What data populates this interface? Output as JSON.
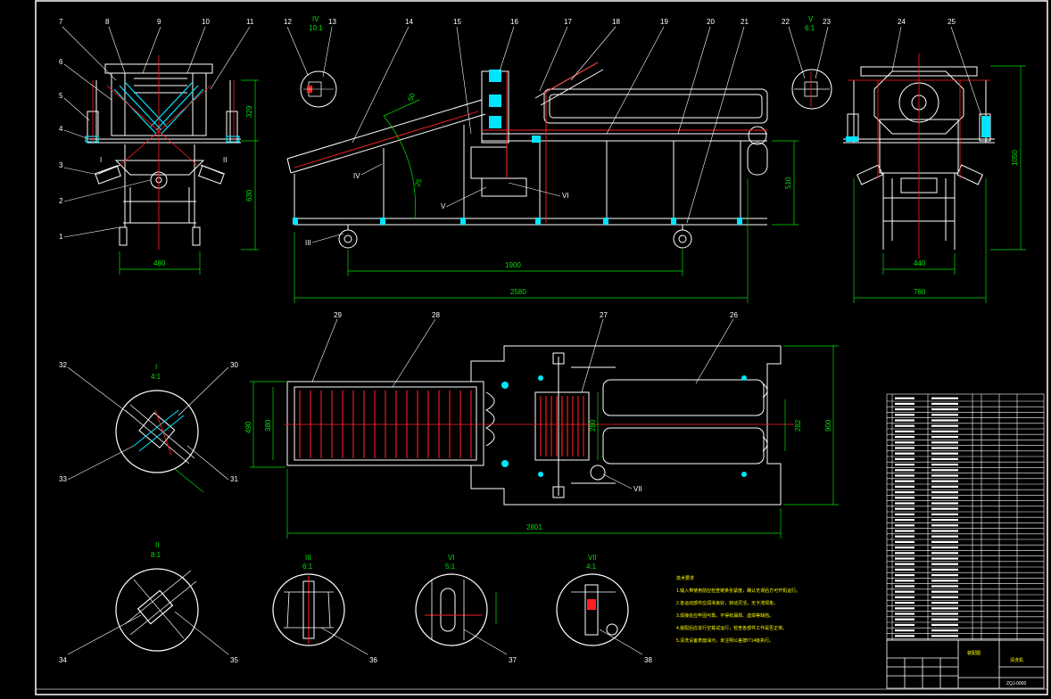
{
  "drawing": {
    "part_numbers": [
      "1",
      "2",
      "3",
      "4",
      "5",
      "6",
      "7",
      "8",
      "9",
      "10",
      "11",
      "12",
      "13",
      "14",
      "15",
      "16",
      "17",
      "18",
      "19",
      "20",
      "21",
      "22",
      "23",
      "24",
      "25",
      "26",
      "27",
      "28",
      "29",
      "30",
      "31",
      "32",
      "33",
      "34",
      "35",
      "36",
      "37",
      "38"
    ],
    "view_labels": {
      "I": {
        "name": "I",
        "scale": "4:1"
      },
      "II": {
        "name": "II",
        "scale": "8:1"
      },
      "III": {
        "name": "III",
        "scale": "6:1"
      },
      "IV": {
        "name": "IV",
        "scale": "10:1"
      },
      "V": {
        "name": "V",
        "scale": "6:1"
      },
      "VI": {
        "name": "VI",
        "scale": "5:1"
      },
      "VII": {
        "name": "VII",
        "scale": "4:1"
      }
    },
    "section_markers": {
      "I": "I",
      "II": "II",
      "III": "III",
      "IV": "IV",
      "V": "V",
      "VI": "VI",
      "VII": "VII"
    },
    "dimensions": {
      "d480": "480",
      "d630": "630",
      "d329": "329",
      "d1900": "1900",
      "d2580": "2580",
      "d510": "510",
      "d440": "440",
      "d760": "760",
      "d1050": "1050",
      "d490": "490",
      "d380": "380",
      "d280": "280",
      "d282": "282",
      "d900": "900",
      "d2801": "2801",
      "a50": "50",
      "a25": "25"
    },
    "technical_notes": [
      "技术要求",
      "1.输入带使用前应检查链条张紧度，确认无误后方可开机运行。",
      "2.各运动部件应润滑良好，转动灵活，无卡滞现象。",
      "3.焊接处应牢固可靠，不得有漏焊、虚焊等缺陷。",
      "4.装配后应进行空载试运行，检查各部件工作是否正常。",
      "5.清洗设备表面油污，未注明公差按IT14级执行。"
    ],
    "title_block": {
      "name": "清洗机",
      "drawing_no": "ZQJ-0000",
      "label": "装配图"
    }
  },
  "colors": {
    "background": "#000000",
    "outline": "#ffffff",
    "dimension": "#00e000",
    "center": "#ff2020",
    "accent": "#00e5ff",
    "leader": "#ffffff",
    "text_note": "#ffff00"
  }
}
